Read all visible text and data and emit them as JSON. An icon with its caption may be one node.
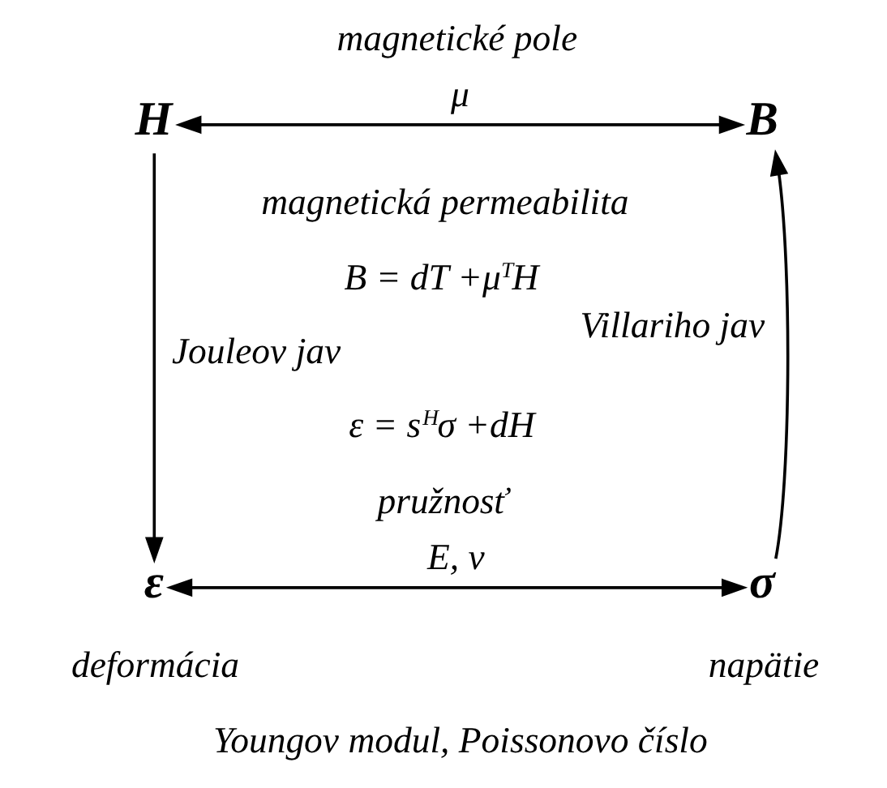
{
  "diagram": {
    "nodes": [
      {
        "text": [
          "H"
        ]
      },
      {
        "text": [
          "B"
        ]
      },
      {
        "text": [
          "ε"
        ],
        "beside": [
          "deformácia"
        ]
      },
      {
        "text": [
          "σ"
        ],
        "beside": [
          "napätie"
        ]
      }
    ],
    "edges": [
      {
        "from": 0,
        "to": 1,
        "arrow": "both",
        "label": "μ"
      },
      {
        "from": 0,
        "to": 2,
        "arrow": "to",
        "label": "Jouleov jav"
      },
      {
        "from": 3,
        "to": 1,
        "arrow": "to",
        "label": "Villariho jav"
      },
      {
        "from": 2,
        "to": 3,
        "arrow": "both",
        "label": "E, ν"
      }
    ],
    "labels": [
      "magnetické pole",
      "magnetická permeabilita",
      "B = dT +μ$^{T}$H",
      "ε = s$^{H}$σ +dH",
      "pružnosť",
      "Youngov modul, Poissonovo číslo"
    ]
  }
}
